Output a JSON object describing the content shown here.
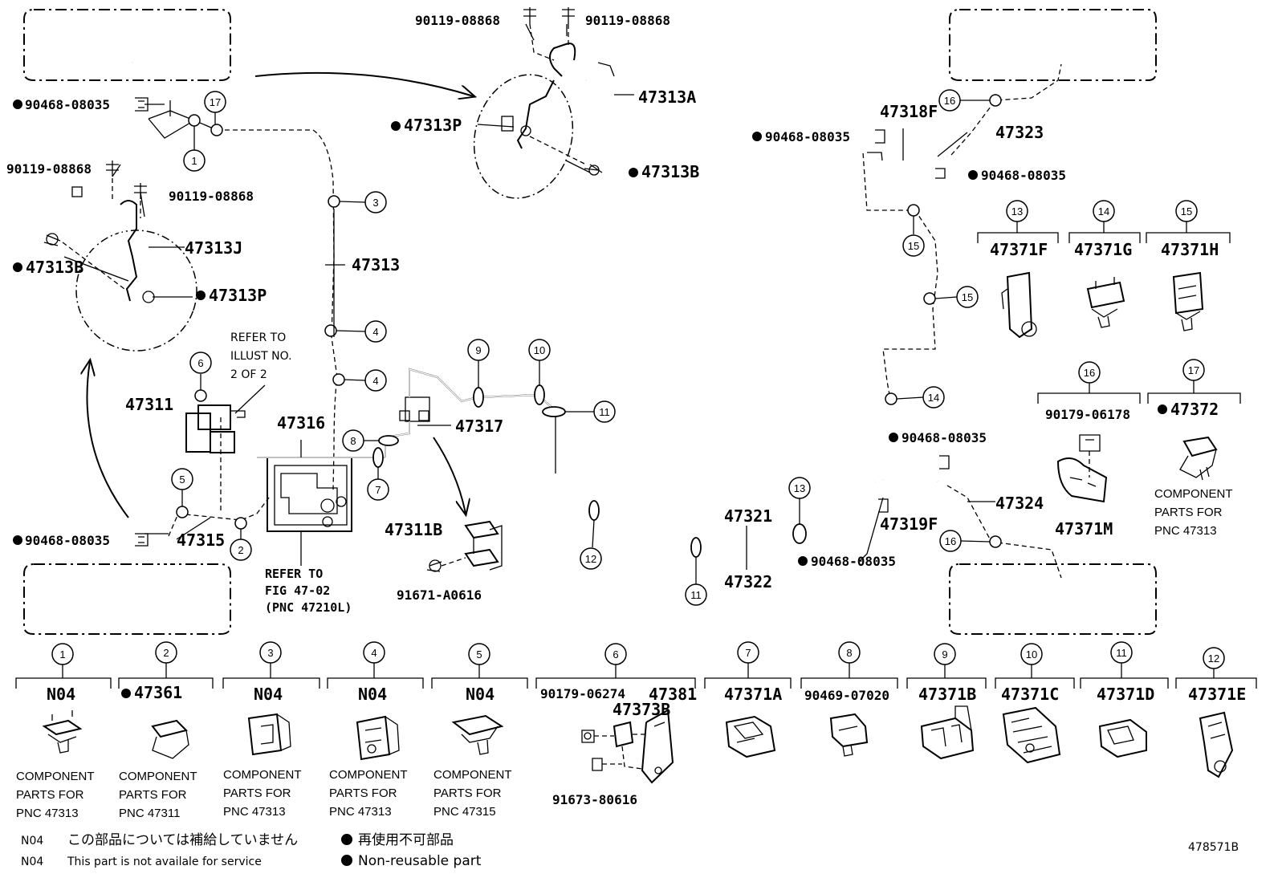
{
  "labels": {
    "p90119_top_left": "90119-08868",
    "p90119_top_right": "90119-08868",
    "p47313A": "47313A",
    "p47313P_top": "47313P",
    "p47313B_top": "47313B",
    "p90468_upper_left": "90468-08035",
    "p90119_left_1": "90119-08868",
    "p90119_left_2": "90119-08868",
    "p47313J": "47313J",
    "p47313B_left": "47313B",
    "p47313P_left": "47313P",
    "p47313": "47313",
    "refer_illust_1": "REFER TO",
    "refer_illust_2": "ILLUST NO.",
    "refer_illust_3": "2 OF 2",
    "p47311": "47311",
    "p47316": "47316",
    "p47317": "47317",
    "p90468_lower_left": "90468-08035",
    "p47315": "47315",
    "refer_fig_1": "REFER TO",
    "refer_fig_2": "FIG 47-02",
    "refer_fig_3": "(PNC 47210L)",
    "p47311B": "47311B",
    "p91671": "91671-A0616",
    "p47321": "47321",
    "p47322": "47322",
    "p47318F": "47318F",
    "p47323": "47323",
    "p90468_right_1": "90468-08035",
    "p90468_right_2": "90468-08035",
    "p90468_right_3": "90468-08035",
    "p90468_right_4": "90468-08035",
    "p47319F": "47319F",
    "p47324": "47324",
    "diagram_id": "478571B"
  },
  "callouts": {
    "c1": "1",
    "c2": "2",
    "c3": "3",
    "c4": "4",
    "c5": "5",
    "c6": "6",
    "c7": "7",
    "c8": "8",
    "c9": "9",
    "c10": "10",
    "c11": "11",
    "c12": "12",
    "c13": "13",
    "c14": "14",
    "c15": "15",
    "c16": "16",
    "c17": "17"
  },
  "right_parts": {
    "r13": {
      "num": "13",
      "part": "47371F"
    },
    "r14": {
      "num": "14",
      "part": "47371G"
    },
    "r15": {
      "num": "15",
      "part": "47371H"
    },
    "r16": {
      "num": "16",
      "bolt": "90179-06178",
      "part": "47371M"
    },
    "r17": {
      "num": "17",
      "part": "47372",
      "cp1": "COMPONENT",
      "cp2": "PARTS FOR",
      "cp3": "PNC 47313"
    }
  },
  "bottom_parts": {
    "b1": {
      "num": "1",
      "part": "N04",
      "cp1": "COMPONENT",
      "cp2": "PARTS FOR",
      "cp3": "PNC 47313"
    },
    "b2": {
      "num": "2",
      "part": "47361",
      "cp1": "COMPONENT",
      "cp2": "PARTS FOR",
      "cp3": "PNC 47311"
    },
    "b3": {
      "num": "3",
      "part": "N04",
      "cp1": "COMPONENT",
      "cp2": "PARTS FOR",
      "cp3": "PNC 47313"
    },
    "b4": {
      "num": "4",
      "part": "N04",
      "cp1": "COMPONENT",
      "cp2": "PARTS FOR",
      "cp3": "PNC 47313"
    },
    "b5": {
      "num": "5",
      "part": "N04",
      "cp1": "COMPONENT",
      "cp2": "PARTS FOR",
      "cp3": "PNC 47315"
    },
    "b6": {
      "num": "6",
      "nut": "90179-06274",
      "bracket": "47373B",
      "part": "47381",
      "bolt": "91673-80616"
    },
    "b7": {
      "num": "7",
      "part": "47371A"
    },
    "b8": {
      "num": "8",
      "part": "90469-07020"
    },
    "b9": {
      "num": "9",
      "part": "47371B"
    },
    "b10": {
      "num": "10",
      "part": "47371C"
    },
    "b11": {
      "num": "11",
      "part": "47371D"
    },
    "b12": {
      "num": "12",
      "part": "47371E"
    }
  },
  "legend": {
    "n04_code_1": "N04",
    "n04_jp": "この部品については補給していません",
    "n04_code_2": "N04",
    "n04_en": "This part is not availale for service",
    "nonreuse_jp": "再使用不可部品",
    "nonreuse_en": "Non-reusable part"
  }
}
